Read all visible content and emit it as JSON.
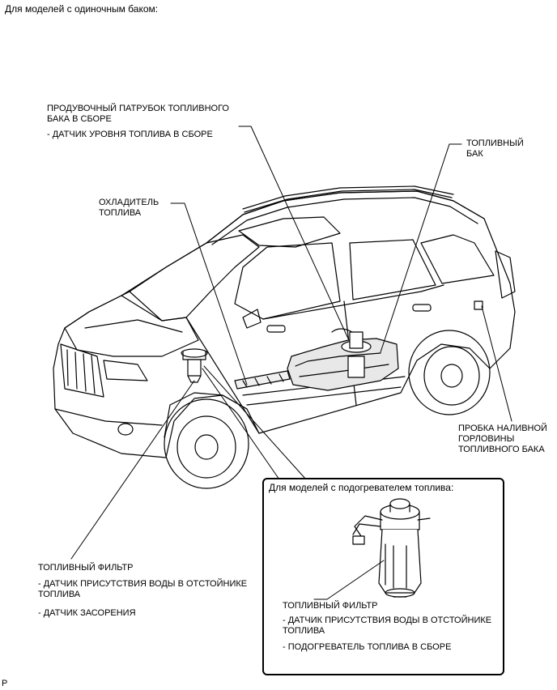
{
  "header": {
    "title": "Для моделей с одиночным баком:"
  },
  "labels": {
    "purge_pipe": {
      "line1": "ПРОДУВОЧНЫЙ ПАТРУБОК ТОПЛИВНОГО",
      "line2": "БАКА В СБОРЕ",
      "sub1": "- ДАТЧИК УРОВНЯ ТОПЛИВА В СБОРЕ"
    },
    "fuel_tank": {
      "line1": "ТОПЛИВНЫЙ",
      "line2": "БАК"
    },
    "cooler": {
      "line1": "ОХЛАДИТЕЛЬ",
      "line2": "ТОПЛИВА"
    },
    "filler_cap": {
      "line1": "ПРОБКА НАЛИВНОЙ",
      "line2": "ГОРЛОВИНЫ",
      "line3": "ТОПЛИВНОГО БАКА"
    },
    "fuel_filter": {
      "line1": "ТОПЛИВНЫЙ ФИЛЬТР",
      "sub1a": "- ДАТЧИК ПРИСУТСТВИЯ ВОДЫ В ОТСТОЙНИКЕ",
      "sub1b": "ТОПЛИВА",
      "sub2": "- ДАТЧИК ЗАСОРЕНИЯ"
    }
  },
  "inset": {
    "title": "Для моделей с подогревателем топлива:",
    "filter": {
      "line1": "ТОПЛИВНЫЙ ФИЛЬТР",
      "sub1a": "- ДАТЧИК ПРИСУТСТВИЯ ВОДЫ В ОТСТОЙНИКЕ",
      "sub1b": "ТОПЛИВА",
      "sub2": "- ПОДОГРЕВАТЕЛЬ ТОПЛИВА В СБОРЕ"
    }
  },
  "footer": {
    "code": "P"
  }
}
